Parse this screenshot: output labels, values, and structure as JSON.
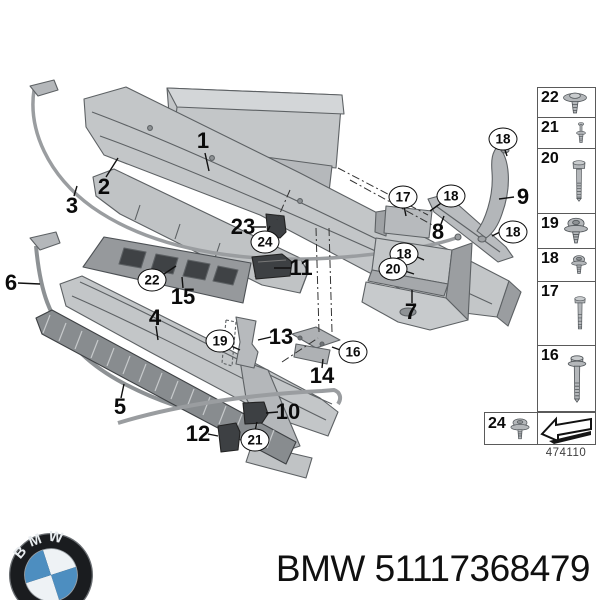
{
  "branding": {
    "brand": "BMW",
    "part_number": "51117368479",
    "caption": "BMW 51117368479"
  },
  "diagram": {
    "number": "474110",
    "callouts": [
      {
        "label": "1"
      },
      {
        "label": "2"
      },
      {
        "label": "3"
      },
      {
        "label": "6"
      },
      {
        "label": "23"
      },
      {
        "label": "11"
      },
      {
        "label": "15"
      },
      {
        "label": "4"
      },
      {
        "label": "13"
      },
      {
        "label": "14"
      },
      {
        "label": "5"
      },
      {
        "label": "10"
      },
      {
        "label": "12"
      },
      {
        "label": "8"
      },
      {
        "label": "9"
      },
      {
        "label": "7"
      }
    ],
    "circled_callouts": [
      {
        "label": "22"
      },
      {
        "label": "24"
      },
      {
        "label": "19"
      },
      {
        "label": "16"
      },
      {
        "label": "21"
      },
      {
        "label": "17"
      },
      {
        "label": "18"
      },
      {
        "label": "18"
      },
      {
        "label": "20"
      },
      {
        "label": "18"
      },
      {
        "label": "18"
      }
    ]
  },
  "legend": {
    "rows": [
      {
        "label": "22",
        "icon": "push-rivet-icon"
      },
      {
        "label": "21",
        "icon": "expansion-rivet-icon"
      },
      {
        "label": "20",
        "icon": "long-hex-bolt-icon"
      },
      {
        "label": "19",
        "icon": "washer-head-screw-icon"
      },
      {
        "label": "18",
        "icon": "small-screw-icon"
      },
      {
        "label": "17",
        "icon": "hex-bolt-icon"
      },
      {
        "label": "16",
        "icon": "flange-bolt-icon"
      }
    ],
    "corner_cell": {
      "label": "24",
      "icon": "washer-screw-icon"
    },
    "direction_arrow_icon": "front-direction-arrow",
    "diagram_number": "474110"
  }
}
